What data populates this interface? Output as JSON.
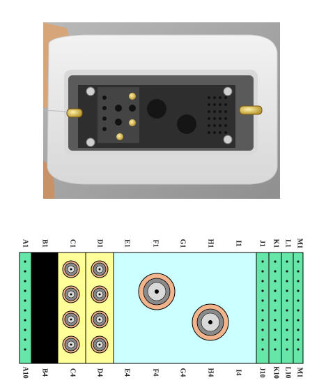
{
  "photo": {
    "icon": "connector-photo-image"
  },
  "colors": {
    "coax_zone": "#ffff99",
    "power_zone": "#ccffff",
    "signal_zone": "#66e6a8",
    "key_zone": "#000000",
    "contact_outer": "#f2b48c",
    "contact_ring": "#8a8a8a",
    "pin_dot": "#1a1a1a"
  },
  "connector": {
    "top_labels": [
      "A1",
      "B1",
      "C1",
      "D1",
      "E1",
      "F1",
      "G1",
      "H1",
      "I1",
      "J1",
      "K1",
      "L1",
      "M1"
    ],
    "bottom_labels": [
      "A10",
      "B4",
      "C4",
      "D4",
      "E4",
      "F4",
      "G4",
      "H4",
      "I4",
      "J10",
      "K10",
      "L10",
      "M1"
    ],
    "signal_columns": [
      "A",
      "J",
      "K",
      "L",
      "M"
    ],
    "signal_pins_per_column": 10,
    "coax_columns": [
      "C",
      "D"
    ],
    "coax_per_column": 4,
    "power_contacts": [
      "F",
      "H"
    ]
  }
}
